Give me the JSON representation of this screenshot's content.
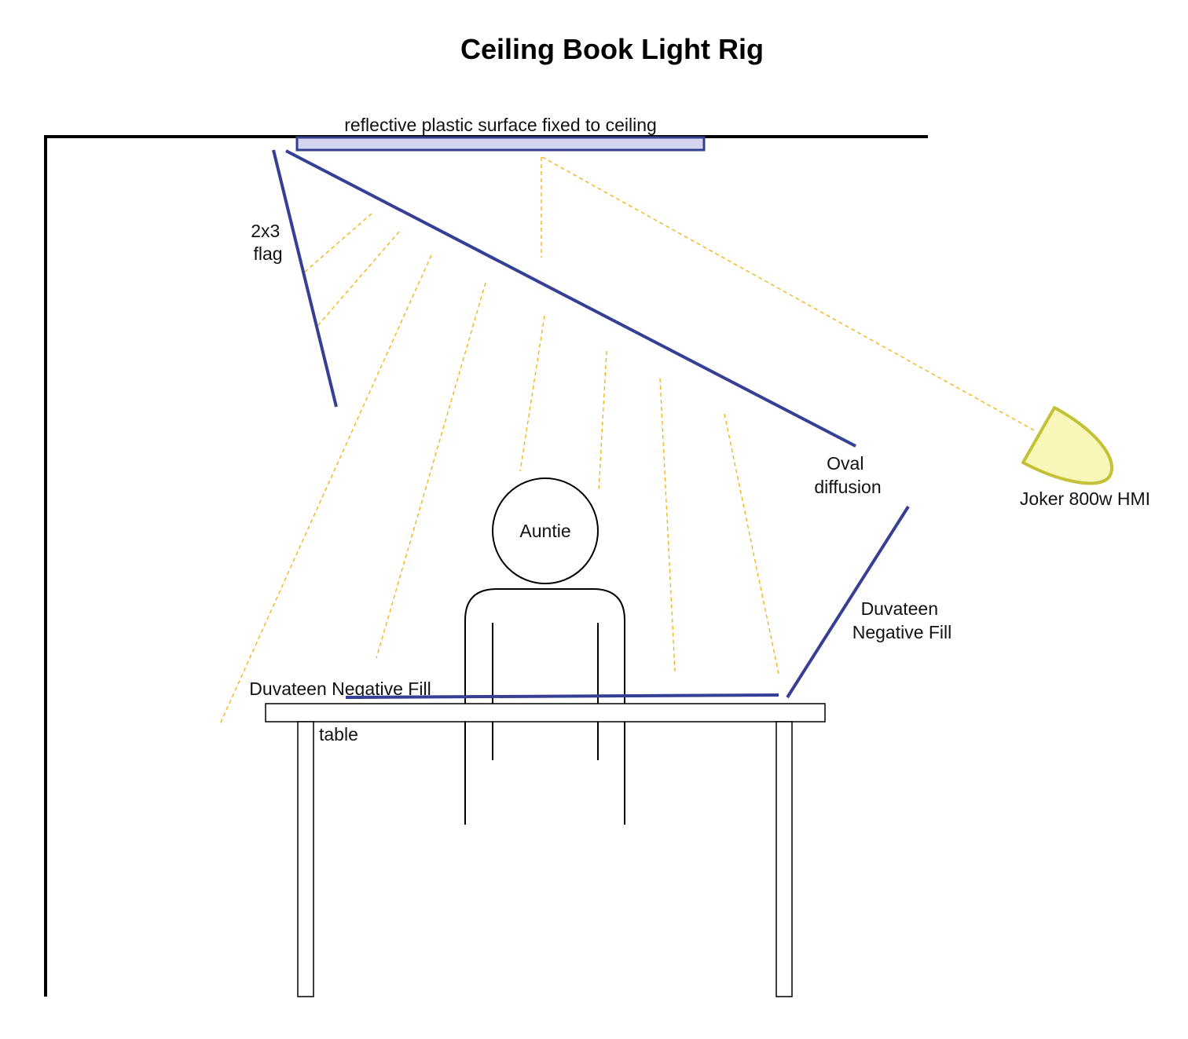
{
  "title": "Ceiling Book Light Rig",
  "labels": {
    "reflector": "reflective plastic surface fixed to ceiling",
    "flag_line1": "2x3",
    "flag_line2": "flag",
    "oval_line1": "Oval",
    "oval_line2": "diffusion",
    "joker": "Joker 800w HMI",
    "auntie": "Auntie",
    "duvateen_right_line1": "Duvateen",
    "duvateen_right_line2": "Negative Fill",
    "duvateen_table": "Duvateen Negative Fill",
    "table": "table"
  },
  "colors": {
    "rig_blue": "#353f94",
    "reflector_fill": "#d4d4ee",
    "light_ray": "#f2b51c",
    "lamp_fill": "#f8f6b8",
    "lamp_stroke": "#c3c236",
    "structure": "#000000"
  }
}
